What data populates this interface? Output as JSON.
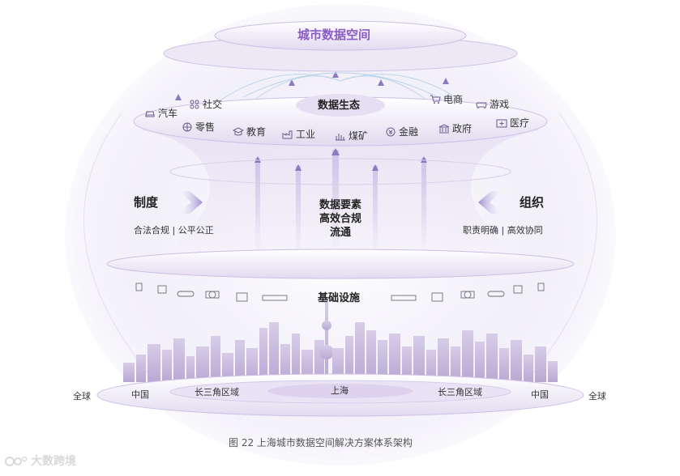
{
  "diagram": {
    "title": "城市数据空间",
    "ecosystem_label": "数据生态",
    "ecosystem_items": [
      {
        "label": "汽车",
        "icon": "car-icon"
      },
      {
        "label": "社交",
        "icon": "social-icon"
      },
      {
        "label": "零售",
        "icon": "retail-icon"
      },
      {
        "label": "教育",
        "icon": "education-icon"
      },
      {
        "label": "工业",
        "icon": "industry-icon"
      },
      {
        "label": "煤矿",
        "icon": "mining-icon"
      },
      {
        "label": "金融",
        "icon": "finance-icon"
      },
      {
        "label": "政府",
        "icon": "government-icon"
      },
      {
        "label": "电商",
        "icon": "ecommerce-icon"
      },
      {
        "label": "游戏",
        "icon": "game-icon"
      },
      {
        "label": "医疗",
        "icon": "medical-icon"
      }
    ],
    "center_lines": [
      "数据要素",
      "高效合规",
      "流通"
    ],
    "left": {
      "title": "制度",
      "subtitle": "合法合规 | 公平公正"
    },
    "right": {
      "title": "组织",
      "subtitle": "职责明确 | 高效协同"
    },
    "infrastructure_label": "基础设施",
    "regions": [
      "全球",
      "中国",
      "长三角区域",
      "上海",
      "长三角区域",
      "中国",
      "全球"
    ],
    "colors": {
      "accent": "#8b5bc7",
      "platform": "#ece6f6",
      "skyline": "#c8bcdc"
    }
  },
  "caption": "图 22 上海城市数据空间解决方案体系架构",
  "watermark": "大数跨境"
}
